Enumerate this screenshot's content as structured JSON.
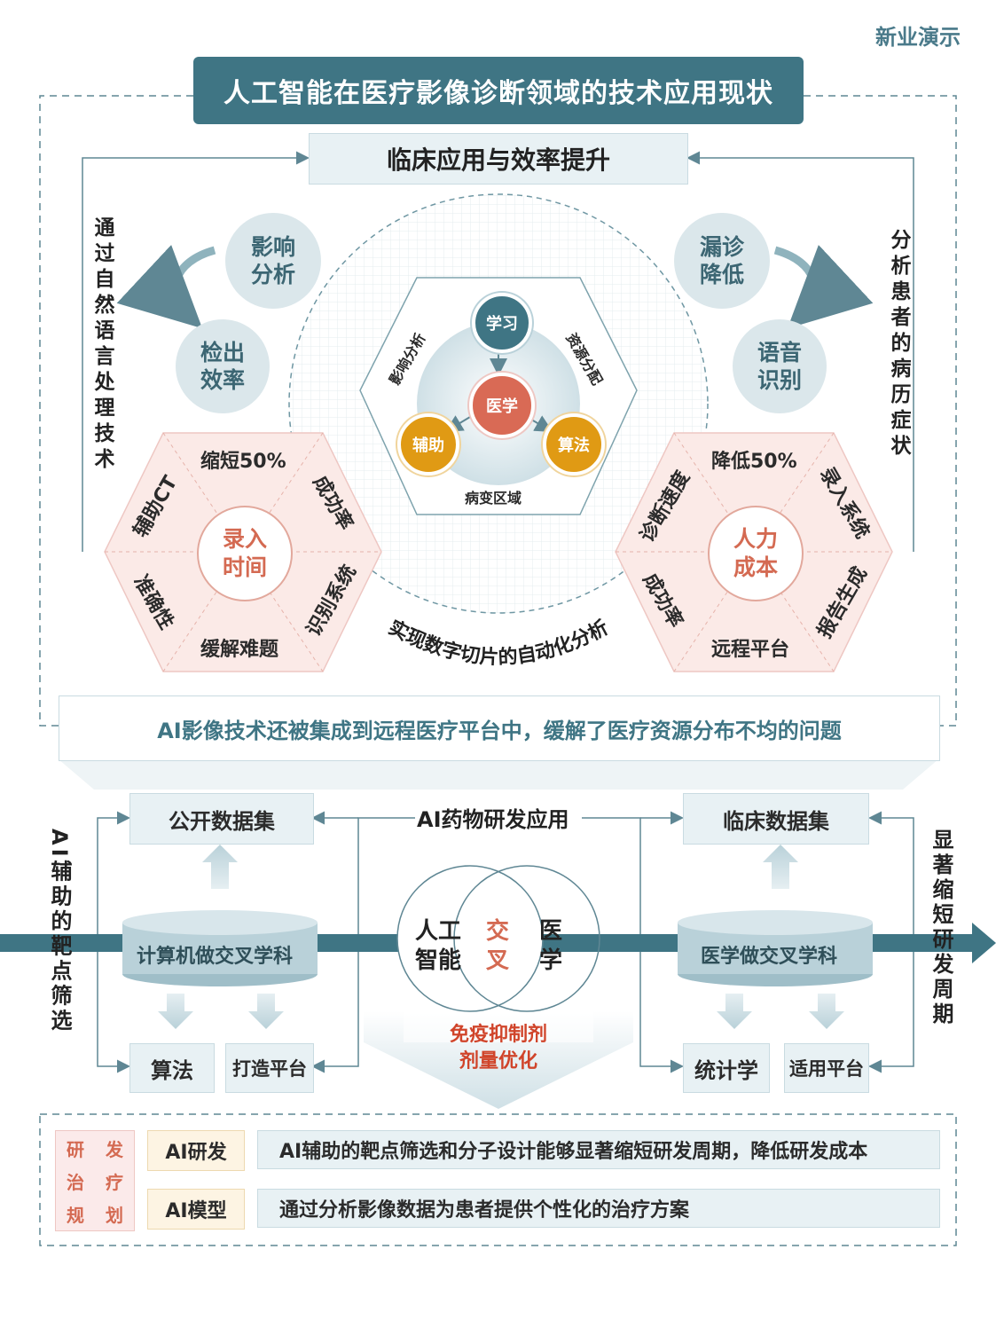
{
  "brand": "新业演示",
  "title": "人工智能在医疗影像诊断领域的技术应用现状",
  "section1": {
    "subtitle": "临床应用与效率提升",
    "left_vertical": "通过自然语言处理技术",
    "right_vertical": "分析患者的病历症状",
    "left_circles": [
      "影响分析",
      "检出效率"
    ],
    "right_circles": [
      "漏诊降低",
      "语音识别"
    ],
    "left_hex": {
      "center": "录入时间",
      "segments": [
        "缩短50%",
        "成功率",
        "识别系统",
        "缓解难题",
        "准确性",
        "辅助CT"
      ]
    },
    "right_hex": {
      "center": "人力成本",
      "segments": [
        "降低50%",
        "录入系统",
        "报告生成",
        "远程平台",
        "成功率",
        "诊断速度"
      ]
    },
    "center_hex": {
      "core": "医学",
      "nodes": [
        "学习",
        "辅助",
        "算法"
      ],
      "edge_labels": [
        "影响分析",
        "资源分配",
        "病变区域"
      ]
    },
    "arc_caption": "实现数字切片的自动化分析",
    "band": "AI影像技术还被集成到远程医疗平台中，缓解了医疗资源分布不均的问题"
  },
  "section2": {
    "title": "AI药物研发应用",
    "left_vertical": "AI辅助的靶点筛选",
    "right_vertical": "显著缩短研发周期",
    "left_top": "公开数据集",
    "right_top": "临床数据集",
    "left_cylinder": "计算机做交叉学科",
    "right_cylinder": "医学做交叉学科",
    "left_bottom": [
      "算法",
      "打造平台"
    ],
    "right_bottom": [
      "统计学",
      "适用平台"
    ],
    "venn_left": "人工智能",
    "venn_mid": "交叉",
    "venn_right": "医学",
    "funnel": "免疫抑制剂剂量优化"
  },
  "section3": {
    "side_label": [
      "研",
      "发",
      "治",
      "疗",
      "规",
      "划"
    ],
    "rows": [
      {
        "tag": "AI研发",
        "text": "AI辅助的靶点筛选和分子设计能够显著缩短研发周期，降低研发成本"
      },
      {
        "tag": "AI模型",
        "text": "通过分析影像数据为患者提供个性化的治疗方案"
      }
    ]
  },
  "colors": {
    "teal": "#3f7584",
    "light": "#e8f1f4",
    "pink": "#fbeae7",
    "coral": "#d46a52",
    "gold": "#e09a14",
    "cream": "#fdf4e3"
  }
}
